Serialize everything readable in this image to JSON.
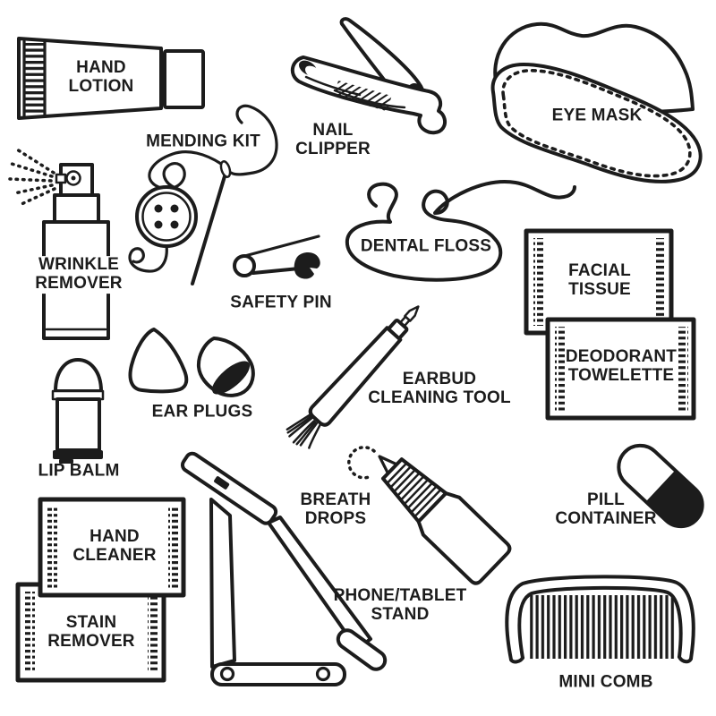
{
  "colors": {
    "ink": "#1c1c1c",
    "background": "#ffffff"
  },
  "items": [
    {
      "id": "hand-lotion",
      "label": "HAND\nLOTION"
    },
    {
      "id": "mending-kit",
      "label": "MENDING KIT"
    },
    {
      "id": "nail-clipper",
      "label": "NAIL\nCLIPPER"
    },
    {
      "id": "eye-mask",
      "label": "EYE MASK"
    },
    {
      "id": "wrinkle-remover",
      "label": "WRINKLE\nREMOVER"
    },
    {
      "id": "safety-pin",
      "label": "SAFETY PIN"
    },
    {
      "id": "dental-floss",
      "label": "DENTAL FLOSS"
    },
    {
      "id": "facial-tissue",
      "label": "FACIAL\nTISSUE"
    },
    {
      "id": "deodorant-towelette",
      "label": "DEODORANT\nTOWELETTE"
    },
    {
      "id": "ear-plugs",
      "label": "EAR PLUGS"
    },
    {
      "id": "earbud-cleaning-tool",
      "label": "EARBUD\nCLEANING TOOL"
    },
    {
      "id": "lip-balm",
      "label": "LIP BALM"
    },
    {
      "id": "breath-drops",
      "label": "BREATH\nDROPS"
    },
    {
      "id": "pill-container",
      "label": "PILL\nCONTAINER"
    },
    {
      "id": "hand-cleaner",
      "label": "HAND\nCLEANER"
    },
    {
      "id": "stain-remover",
      "label": "STAIN\nREMOVER"
    },
    {
      "id": "phone-tablet-stand",
      "label": "PHONE/TABLET\nSTAND"
    },
    {
      "id": "mini-comb",
      "label": "MINI COMB"
    }
  ]
}
